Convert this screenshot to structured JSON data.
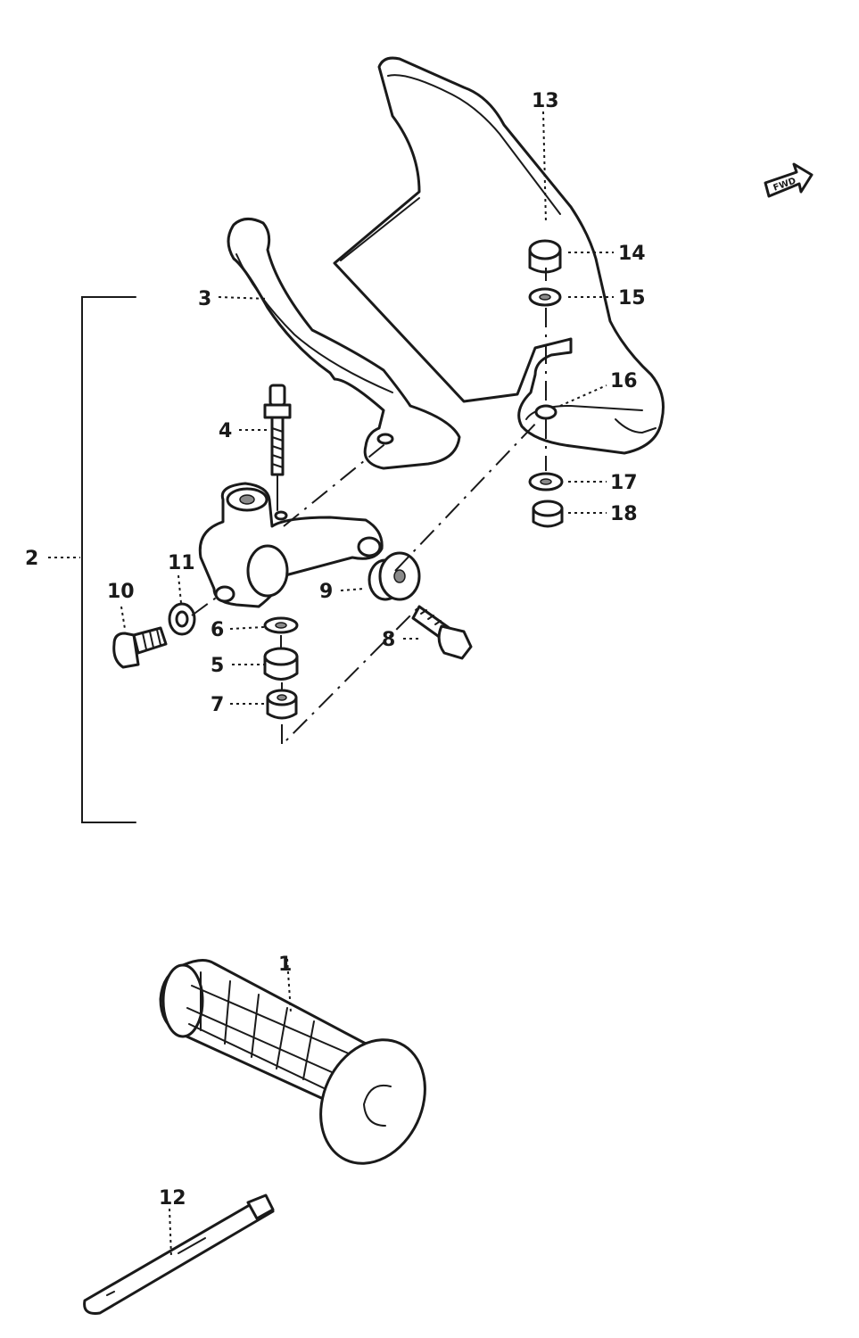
{
  "callouts": [
    "1",
    "2",
    "3",
    "4",
    "5",
    "6",
    "7",
    "8",
    "9",
    "10",
    "11",
    "12",
    "13",
    "14",
    "15",
    "16",
    "17",
    "18"
  ],
  "front_arrow_text": "FWD"
}
